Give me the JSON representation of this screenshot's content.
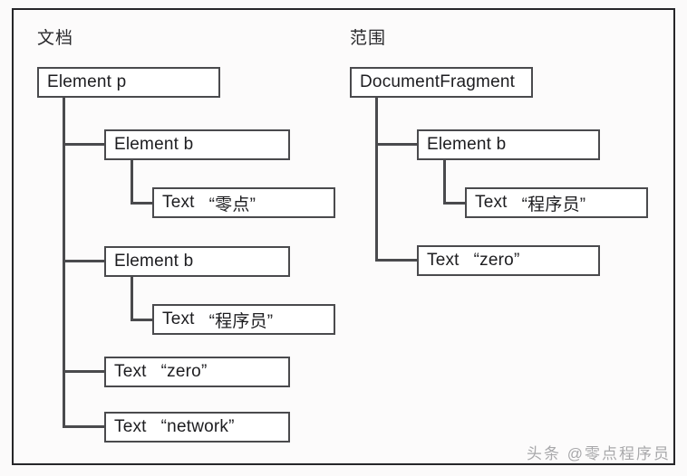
{
  "frame": {
    "background": "#fcfbfb",
    "border_color": "#262629"
  },
  "colors": {
    "box_border": "#4a4a4d",
    "box_fill": "#ffffff",
    "connector": "#4a4a4d",
    "text": "#1d1d20",
    "watermark": "#9a9a9d"
  },
  "sections": [
    {
      "id": "document",
      "label": "文档"
    },
    {
      "id": "range",
      "label": "范围"
    }
  ],
  "document_tree": {
    "root": {
      "label": "Element p",
      "value": ""
    },
    "children": [
      {
        "label": "Element b",
        "value": "",
        "children": [
          {
            "label": "Text",
            "value": "“零点”"
          }
        ]
      },
      {
        "label": "Element b",
        "value": "",
        "children": [
          {
            "label": "Text",
            "value": "“程序员”"
          }
        ]
      },
      {
        "label": "Text",
        "value": "“zero”",
        "children": []
      },
      {
        "label": "Text",
        "value": "“network”",
        "children": []
      }
    ]
  },
  "range_tree": {
    "root": {
      "label": "DocumentFragment",
      "value": ""
    },
    "children": [
      {
        "label": "Element b",
        "value": "",
        "children": [
          {
            "label": "Text",
            "value": "“程序员”"
          }
        ]
      },
      {
        "label": "Text",
        "value": "“zero”",
        "children": []
      }
    ]
  },
  "watermark": {
    "text": "头条 @零点程序员"
  }
}
